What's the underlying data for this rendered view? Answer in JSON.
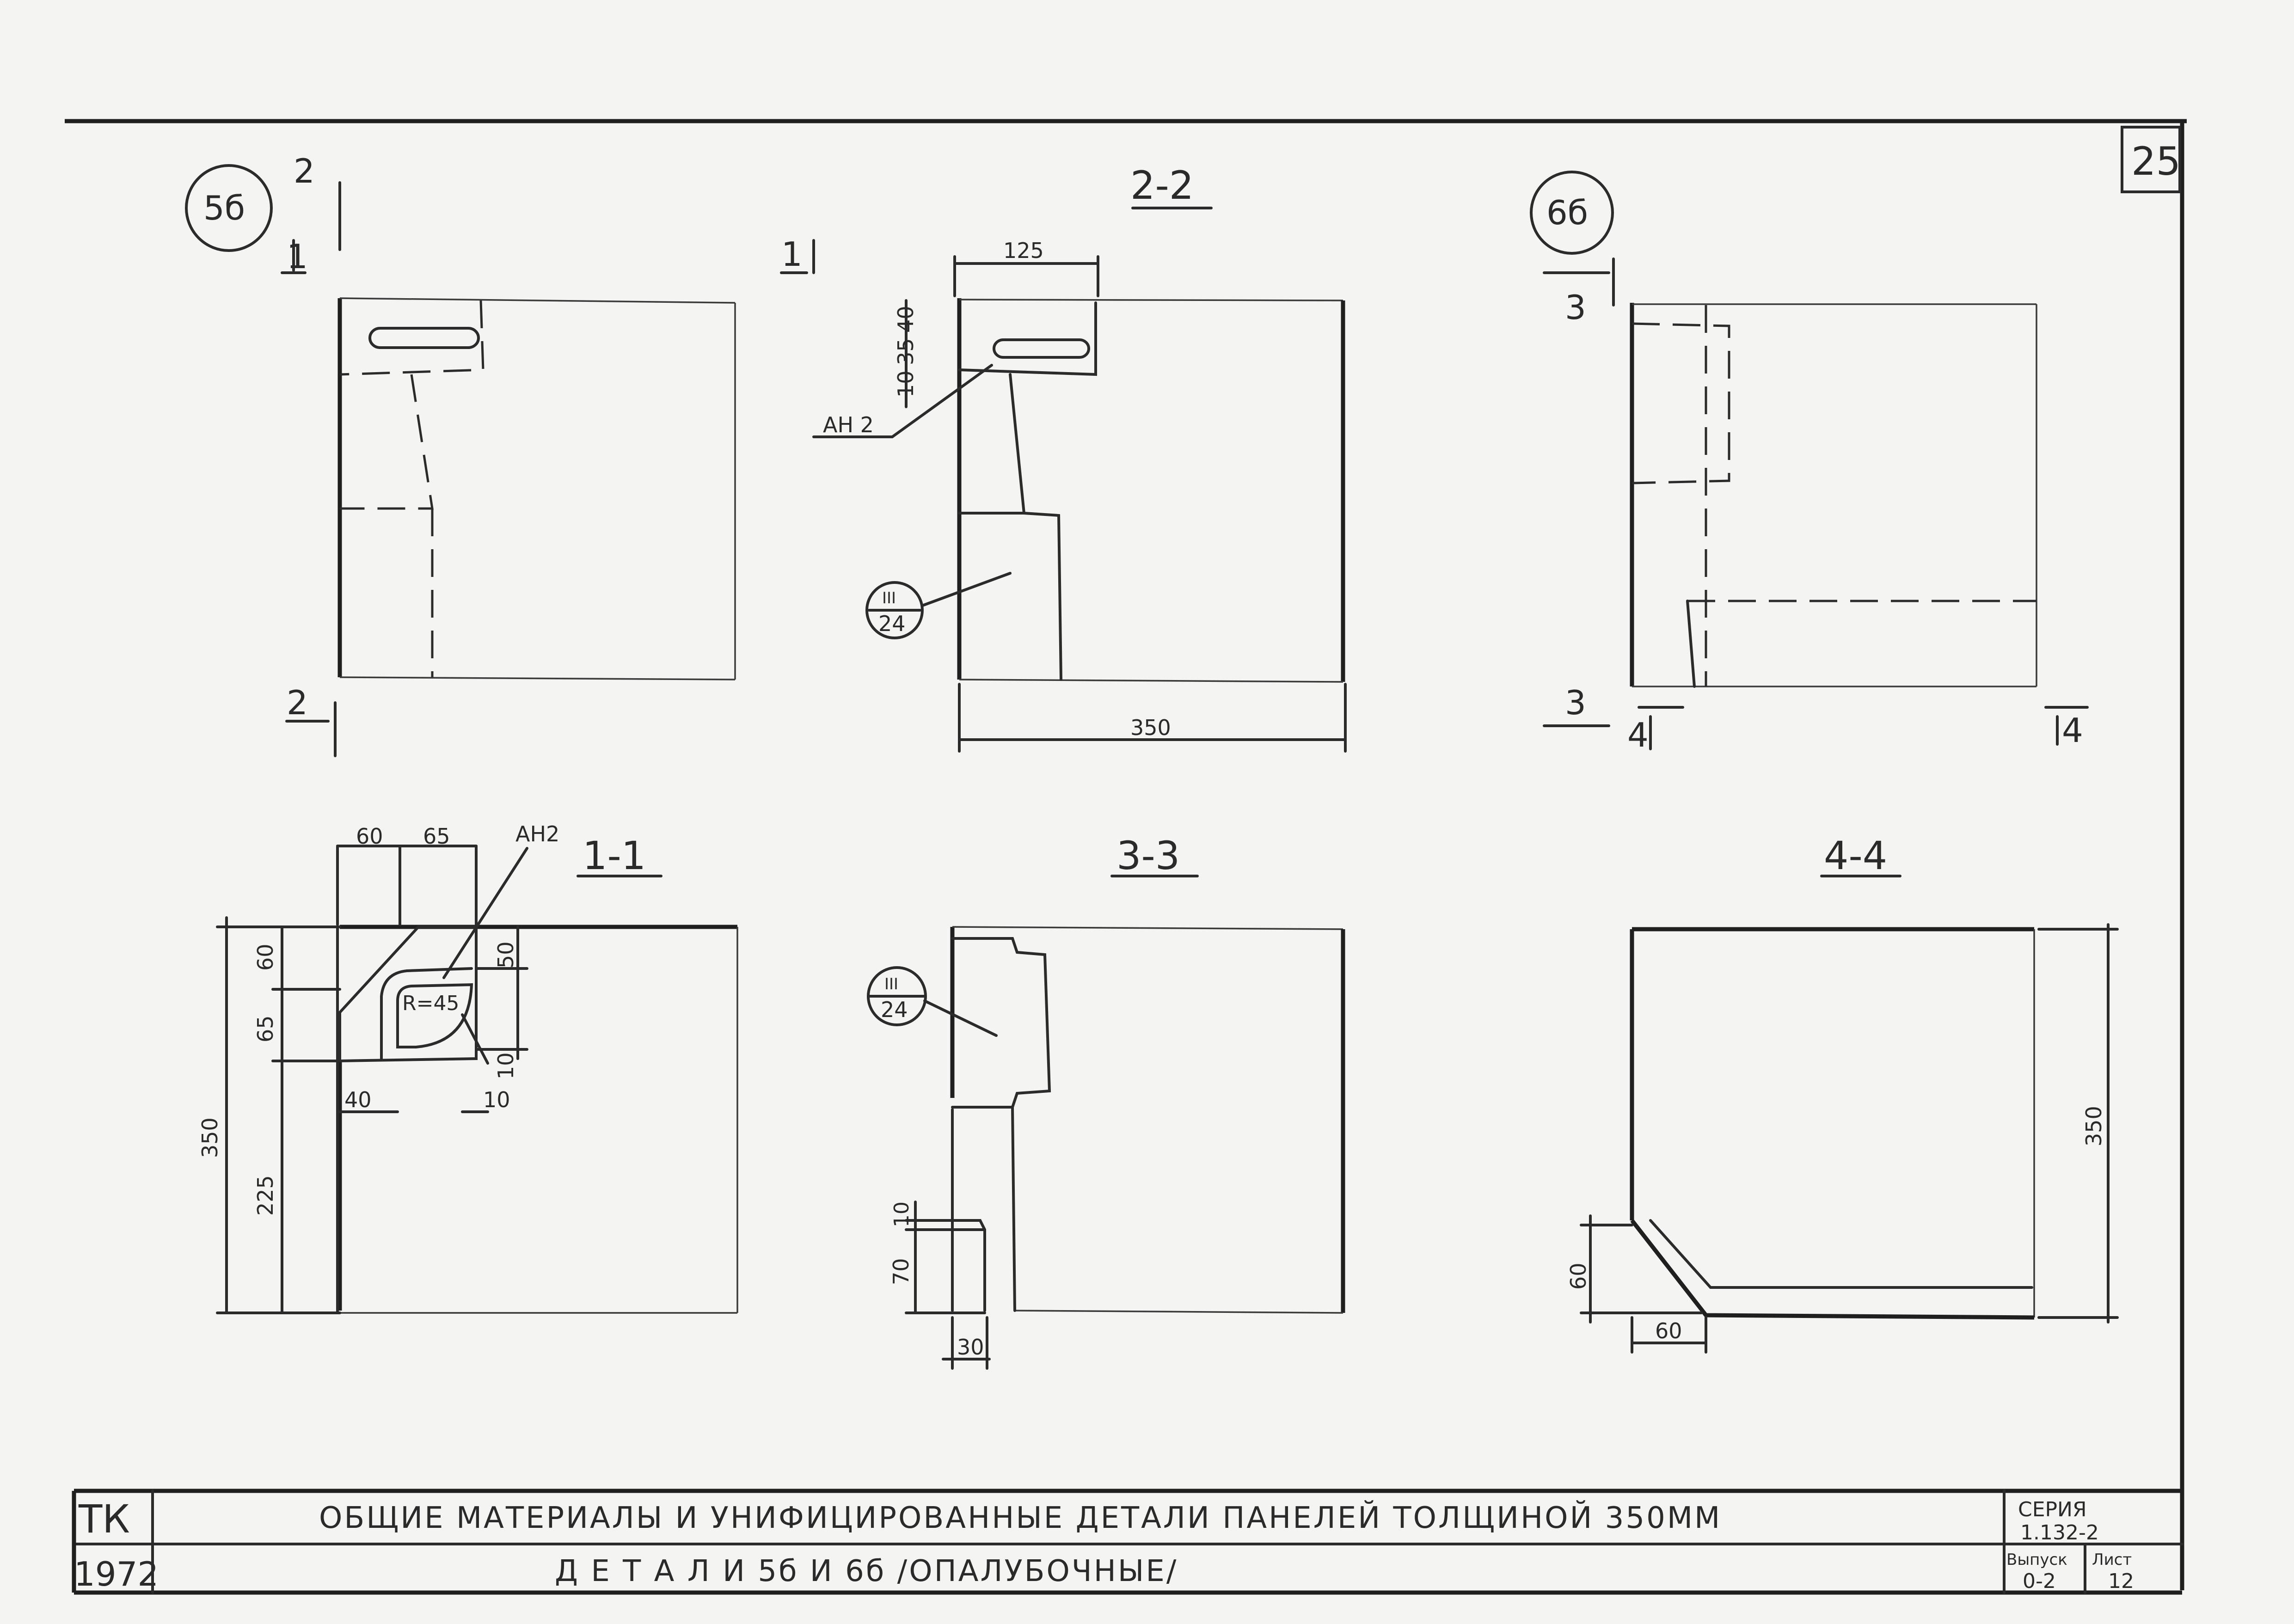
{
  "sheet": {
    "number": "25",
    "callouts": {
      "detail_5b": "5б",
      "detail_6b": "6б"
    },
    "node_ref": {
      "top": "III",
      "bottom": "24"
    },
    "rebar_label": "АН 2",
    "rebar_label_b": "АН2"
  },
  "sections": {
    "s22": "2-2",
    "s11": "1-1",
    "s33": "3-3",
    "s44": "4-4",
    "cut_marks": {
      "c1": "1",
      "c2": "2",
      "c3": "3",
      "c4": "4"
    }
  },
  "dimensions": {
    "d125": "125",
    "d40": "40",
    "d35": "35",
    "d10": "10",
    "d350": "350",
    "d60": "60",
    "d65": "65",
    "d50": "50",
    "d225": "225",
    "d70": "70",
    "d30": "30",
    "radius": "R=45"
  },
  "title_block": {
    "org": "ТК",
    "year": "1972",
    "title": "ОБЩИЕ МАТЕРИАЛЫ И УНИФИЦИРОВАННЫЕ ДЕТАЛИ ПАНЕЛЕЙ ТОЛЩИНОЙ 350ММ",
    "subtitle": "Д Е Т А Л И 5б И 6б /ОПАЛУБОЧНЫЕ/",
    "series_label": "СЕРИЯ",
    "series_value": "1.132-2",
    "issue_label": "Выпуск",
    "issue_value": "0-2",
    "sheet_label": "Лист",
    "sheet_value": "12"
  }
}
